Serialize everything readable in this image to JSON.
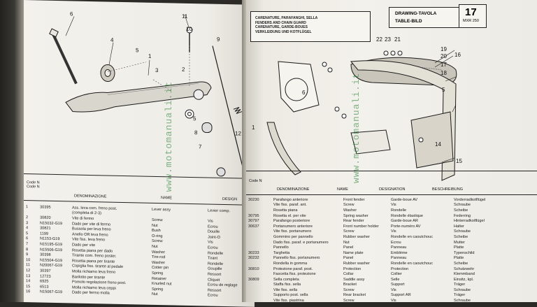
{
  "right_header": {
    "table_number": "17",
    "model": "MXR 250",
    "drawing_label": "DRAWING-TAVOLA",
    "table_bild": "TABLE-BILD",
    "title_lines": [
      "CARENATURE, PARAFANGHI, SELLA",
      "FENDERS AND CHAIN GUARD",
      "CARENATURE, GARDE-BOUES",
      "VERKLEIDUNG UND KOTFLÜGEL"
    ]
  },
  "watermark": "www.motomanuali.it",
  "left_table": {
    "headers": [
      "Code N",
      "Code N",
      "DENOMINAZIONE",
      "NAME",
      "DESIGN"
    ],
    "rows": [
      [
        "1",
        "30395",
        "Ass. leva com. freno post.",
        "Lever assy",
        "Levier comp."
      ],
      [
        "",
        "",
        "(completa di 2-3)",
        "",
        ""
      ],
      [
        "2",
        "30820",
        "Vite di fermo",
        "Screw",
        "Vis"
      ],
      [
        "3",
        "N15032-G19",
        "Dado per vite di fermo",
        "Nut",
        "Ecrou"
      ],
      [
        "4",
        "30821",
        "Bussola per leva freno",
        "Bush",
        "Douille"
      ],
      [
        "5",
        "1199",
        "Anello OR leva freno",
        "O-ring",
        "Joint-O"
      ],
      [
        "6",
        "N1153-G19",
        "Vite fiss. leva freno",
        "Screw",
        "Vis"
      ],
      [
        "7",
        "N15195-G19",
        "Dado per vite",
        "Nut",
        "Ecrou"
      ],
      [
        "8",
        "N15506-G19",
        "Rosetta piana per dado",
        "Washer",
        "Rondelle"
      ],
      [
        "9",
        "30398",
        "Tirante com. freno poster.",
        "Tire-rod",
        "Tirant"
      ],
      [
        "10",
        "N15504-G19",
        "Rosetta piana per tirante",
        "Washer",
        "Rondelle"
      ],
      [
        "11",
        "N20067-G19",
        "Copiglia fiss. tirante al pedale",
        "Cotter pin",
        "Goupille"
      ],
      [
        "12",
        "30397",
        "Molla richiamo leva freno",
        "Spring",
        "Ressort"
      ],
      [
        "13",
        "12723",
        "Barilotto per tirante",
        "Retainer",
        "Cliquet"
      ],
      [
        "14",
        "6925",
        "Pomolo regolazione freno post.",
        "Knurled nut",
        "Ecrou de reglage"
      ],
      [
        "15",
        "6513",
        "Molla richiamo leva ceppi",
        "Spring",
        "Ressort"
      ],
      [
        "16",
        "N15067-G19",
        "Dado per fermo molla",
        "Nut",
        "Ecrou"
      ]
    ]
  },
  "right_table": {
    "headers": [
      "Code N",
      "DENOMINAZIONE",
      "NAME",
      "DESIGNATION",
      "BESCHREIBUNG"
    ],
    "rows": [
      [
        "30230",
        "Parafango anteriore",
        "Front fender",
        "Garde-boue AV",
        "Vorderradkotflügel"
      ],
      [
        "",
        "Vite fiss. paraf. ant.",
        "Screw",
        "Vis",
        "Schraube"
      ],
      [
        "",
        "Rosetta piana",
        "Washer",
        "Rondelle",
        "Scheibe"
      ],
      [
        "30795",
        "Rosetta el. per vite",
        "Spring washer",
        "Rondelle élastique",
        "Federring"
      ],
      [
        "30797",
        "Parafango posteriore",
        "Rear fender",
        "Garde-boue AR",
        "Hinterradkotflügel"
      ],
      [
        "30637",
        "Portanumero anteriore",
        "Front number holder",
        "Porte-numéro AV",
        "Halter"
      ],
      [
        "",
        "Vite fiss. portanumero",
        "Screw",
        "Vis",
        "Schraube"
      ],
      [
        "",
        "Gommino per pannello",
        "Rubber washer",
        "Rondelle en caoutchouc",
        "Scheibe"
      ],
      [
        "",
        "Dado fiss. paraf. e portanumero",
        "Nut",
        "Ecrou",
        "Mutter"
      ],
      [
        "",
        "Pannello",
        "Panel",
        "Panneau",
        "Platte"
      ],
      [
        "30233",
        "Targhetta",
        "Name plate",
        "Emblème",
        "Typenschild"
      ],
      [
        "30232",
        "Pannello fiss. portanumero",
        "Panel",
        "Panneau",
        "Platte"
      ],
      [
        "",
        "Rondella in gomma",
        "Rubber washer",
        "Rondelle en caoutchouc",
        "Scheibe"
      ],
      [
        "30810",
        "Protezione paraf. post.",
        "Protection",
        "Protection",
        "Schutzwehr"
      ],
      [
        "",
        "Fascetta fiss. protezione",
        "Collar",
        "Collier",
        "Klemmband"
      ],
      [
        "30809",
        "Sella completa",
        "Saddle assy",
        "Selle",
        "Einsitz, kpl."
      ],
      [
        "",
        "Staffa fiss. sella",
        "Bracket",
        "Support",
        "Träger"
      ],
      [
        "",
        "Vite fiss. sella",
        "Screw",
        "Vis",
        "Schraube"
      ],
      [
        "",
        "Supporto post. sella",
        "Rear bracket",
        "Support AR",
        "Träger"
      ],
      [
        "",
        "Vite fiss. piastrina",
        "Screw",
        "Vis",
        "Schraube"
      ]
    ]
  },
  "colors": {
    "paper": "#f1efe9",
    "ink": "#1b1b1b",
    "watermark": "#1e7e2e",
    "background": "#2b2a27"
  }
}
